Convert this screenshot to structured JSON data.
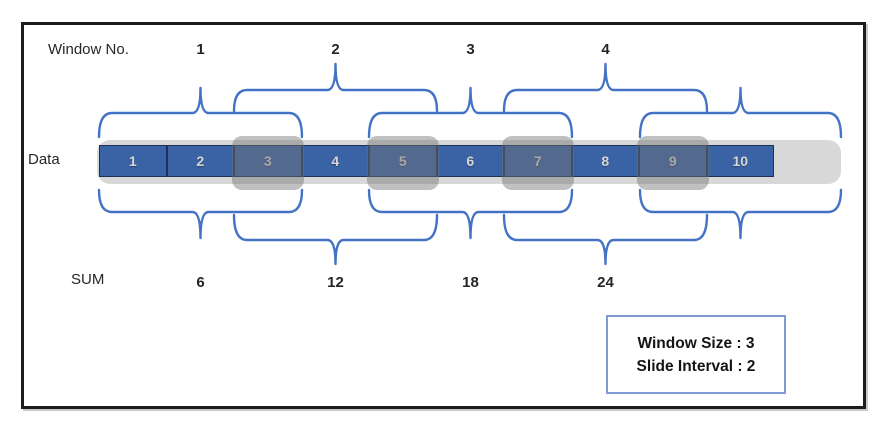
{
  "labels": {
    "window_no": "Window No.",
    "data": "Data",
    "sum": "SUM"
  },
  "data_cells": [
    "1",
    "2",
    "3",
    "4",
    "5",
    "6",
    "7",
    "8",
    "9",
    "10"
  ],
  "windows": [
    {
      "no": "1",
      "cells": [
        "1",
        "2",
        "3"
      ],
      "sum": "6"
    },
    {
      "no": "2",
      "cells": [
        "3",
        "4",
        "5"
      ],
      "sum": "12"
    },
    {
      "no": "3",
      "cells": [
        "5",
        "6",
        "7"
      ],
      "sum": "18"
    },
    {
      "no": "4",
      "cells": [
        "7",
        "8",
        "9"
      ],
      "sum": "24"
    }
  ],
  "overlap_cells": [
    "3",
    "5",
    "7",
    "9"
  ],
  "info_box": {
    "lines": [
      "Window Size : 3",
      "Slide Interval : 2"
    ]
  },
  "colors": {
    "cell_fill": "#3a63a5",
    "cell_border": "#1d3156",
    "cell_text": "#d6d6d6",
    "band_fill": "#d8d8d8",
    "overlap_fill": "rgba(115,115,115,0.45)",
    "brace": "#4472c4",
    "highlight": "#ffff00",
    "info_border": "#7e9cd3",
    "frame_border": "#1c1c1c"
  }
}
